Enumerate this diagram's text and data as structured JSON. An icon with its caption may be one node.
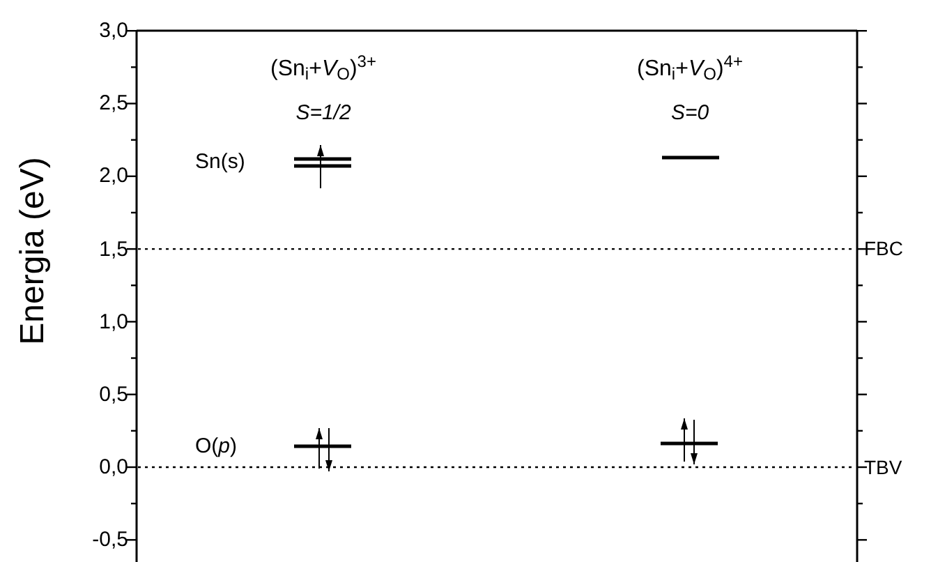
{
  "diagram": {
    "labels": [
      "3,0",
      "2,5",
      "2,0",
      "1,5",
      "1,0",
      "0,5",
      "0,0",
      "-0,5",
      "Energia (eV)",
      "(Sn$_{i}$+*V*$_{O}$)$^{3+}$",
      "S=1/2",
      "(Sn$_{i}$+*V*$_{O}$)$^{4+}$",
      "S=0",
      "Sn(s)",
      "FBC",
      "O(*p*)",
      "TBV"
    ]
  }
}
